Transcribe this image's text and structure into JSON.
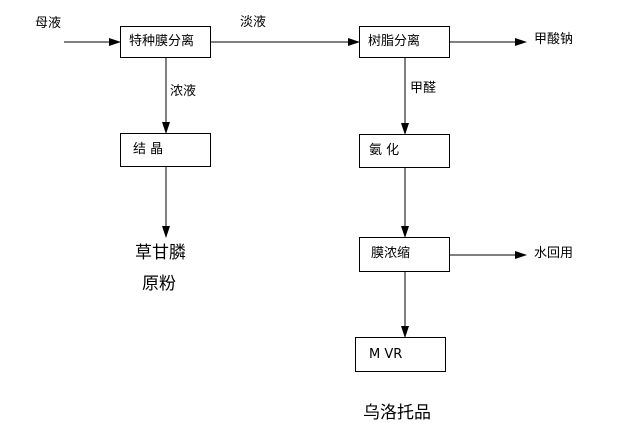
{
  "boxes": {
    "special_membrane": "特种膜分离",
    "resin": "树脂分离",
    "crystallization": "结 晶",
    "ammoniation": "氨 化",
    "membrane_concentration": "膜浓缩",
    "mvr": "M VR"
  },
  "labels": {
    "mother_liquor": "母液",
    "dilute_liquid": "淡液",
    "concentrated_liquid": "浓液",
    "formaldehyde": "甲醛",
    "sodium_formate": "甲酸钠",
    "water_reuse": "水回用"
  },
  "products": {
    "glyphosate_line1": "草甘膦",
    "glyphosate_line2": "原粉",
    "urotropine": "乌洛托品"
  }
}
